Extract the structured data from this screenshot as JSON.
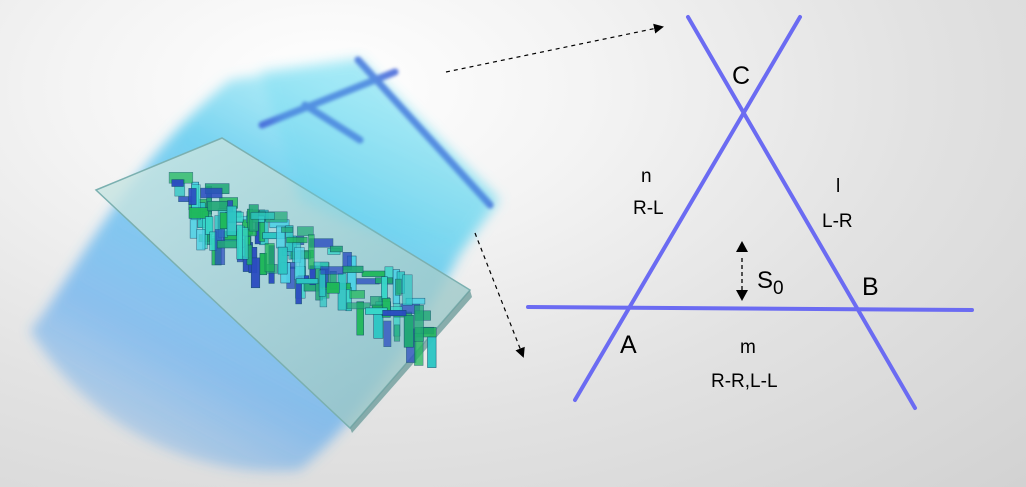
{
  "diagram": {
    "vertices": {
      "a": "A",
      "b": "B",
      "c": "C"
    },
    "edges": {
      "left": {
        "letter": "n",
        "code": "R-L"
      },
      "right": {
        "letter": "l",
        "code": "L-R"
      },
      "bottom": {
        "letter": "m",
        "code": "R-R,L-L"
      }
    },
    "spacing": {
      "symbol": "S",
      "subscript": "0"
    },
    "colors": {
      "line": "#6b6bf2",
      "beam": "#58d4ee",
      "plate": "#a7d3cf",
      "pillar_cyan": "#2ec6c4",
      "pillar_green": "#1fb85a",
      "pillar_blue": "#2b4cc0"
    }
  }
}
